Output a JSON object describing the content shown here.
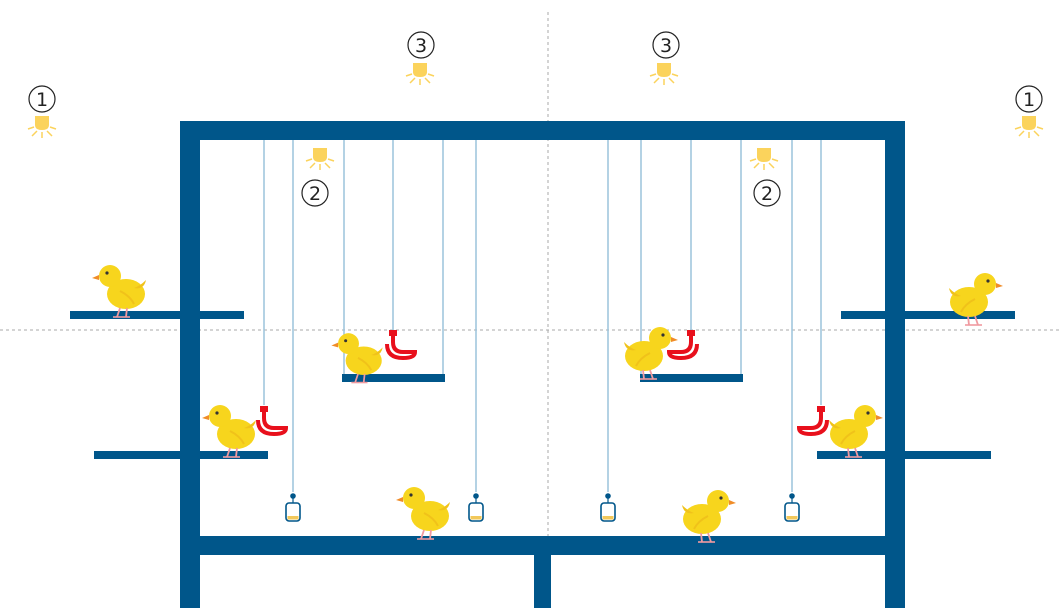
{
  "diagram": {
    "colors": {
      "structure": "#00568a",
      "chick": "#f7d51d",
      "chick_shade": "#f0c21a",
      "beak": "#f08c28",
      "leg": "#f09aa0",
      "drinker": "#e8101c",
      "lamp": "#fbd35c",
      "rope": "#9cc3dc",
      "guide_line": "#aaaaaa"
    },
    "markers": [
      {
        "label": "1"
      },
      {
        "label": "1"
      },
      {
        "label": "2"
      },
      {
        "label": "2"
      },
      {
        "label": "3"
      },
      {
        "label": "3"
      }
    ],
    "legend": {
      "lamp_icon": "lamp-icon",
      "chick_icon": "chick-icon",
      "drinker_icon": "nipple-drinker-icon",
      "feeder_icon": "feeder-cup-icon"
    }
  }
}
